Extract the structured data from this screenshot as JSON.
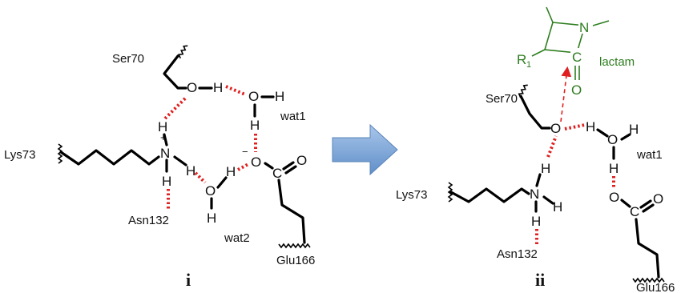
{
  "panel_i": {
    "label": "i",
    "residues": {
      "ser": "Ser70",
      "lys": "Lys73",
      "asn": "Asn132",
      "glu": "Glu166",
      "wat1": "wat1",
      "wat2": "wat2"
    },
    "atoms": {
      "o": "O",
      "h": "H",
      "n": "N",
      "c": "C",
      "plus": "+",
      "minus": "−"
    }
  },
  "panel_ii": {
    "label": "ii",
    "residues": {
      "ser": "Ser70",
      "lys": "Lys73",
      "asn": "Asn132",
      "glu": "Glu166",
      "wat1": "wat1"
    },
    "lactam": {
      "label": "lactam",
      "r1": "R",
      "r1_sub": "1",
      "n": "N",
      "c": "C",
      "o": "O"
    }
  },
  "arrow_color": "#7fa7d6",
  "hbond_color": "#e02020",
  "lactam_color": "#2e7d1f"
}
